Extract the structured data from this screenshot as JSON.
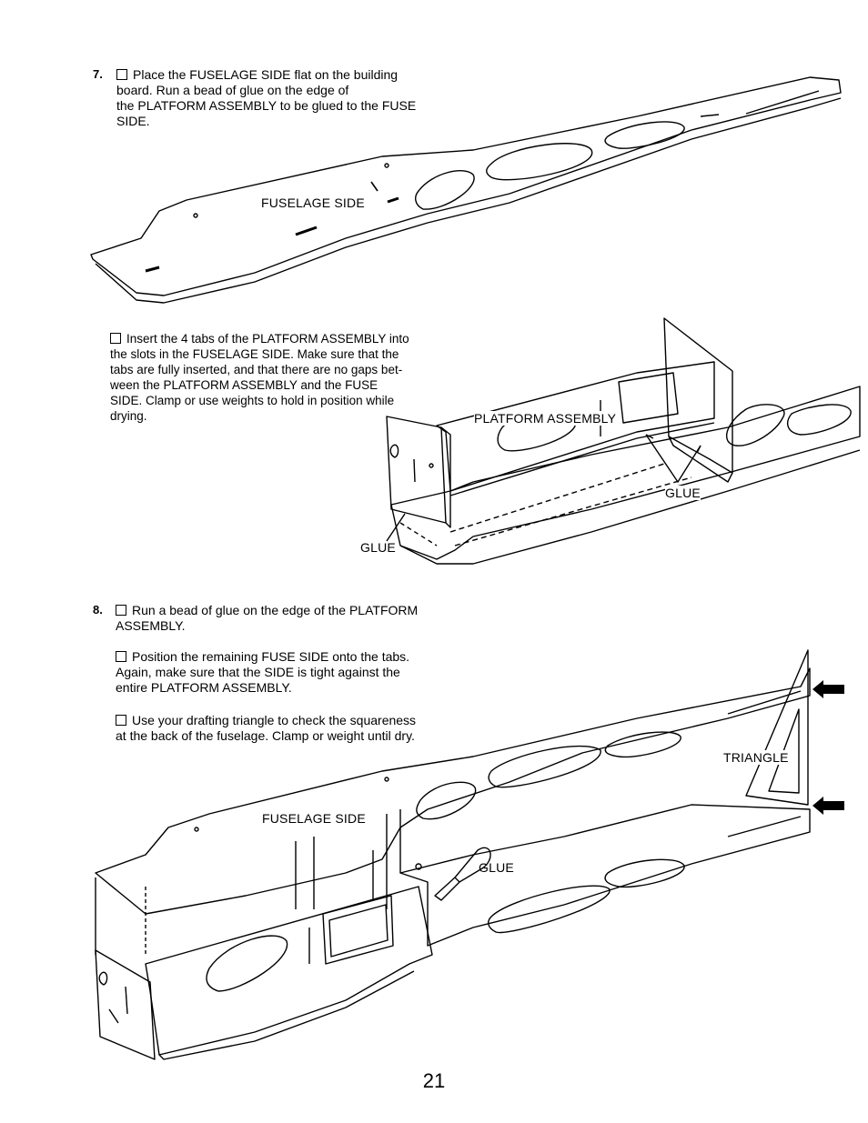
{
  "step7": {
    "number": "7.",
    "text": "Place the FUSELAGE SIDE flat on the building board. Run a bead of glue on the edge of the PLATFORM ASSEMBLY to be glued to the FUSE SIDE.",
    "line1": "Place the FUSELAGE SIDE flat on the building",
    "line2": "board. Run a bead of glue on the edge of",
    "line3": "the PLATFORM ASSEMBLY to be glued to the FUSE",
    "line4": "SIDE.",
    "sub1_lines": [
      "Insert the 4 tabs of the PLATFORM ASSEMBLY into",
      "the slots in the FUSELAGE SIDE. Make sure that the",
      "tabs are fully inserted, and that there are no gaps bet-",
      "ween the PLATFORM ASSEMBLY and the FUSE",
      "SIDE. Clamp or use weights to hold in position while",
      "drying."
    ]
  },
  "step8": {
    "number": "8.",
    "sub1_lines": [
      "Run a bead of glue on the edge of the PLATFORM",
      "ASSEMBLY."
    ],
    "sub2_lines": [
      "Position the remaining FUSE SIDE onto the tabs.",
      "Again, make sure that the SIDE is tight against the",
      "entire PLATFORM ASSEMBLY."
    ],
    "sub3_lines": [
      "Use your drafting triangle to check the squareness",
      "at the back of the fuselage. Clamp or weight until dry."
    ]
  },
  "labels": {
    "fuselage_side_1": "FUSELAGE SIDE",
    "platform_assembly": "PLATFORM ASSEMBLY",
    "glue_right": "GLUE",
    "glue_left": "GLUE",
    "triangle": "TRIANGLE",
    "fuselage_side_2": "FUSELAGE SIDE",
    "glue_bottom": "GLUE"
  },
  "page_number": "21"
}
